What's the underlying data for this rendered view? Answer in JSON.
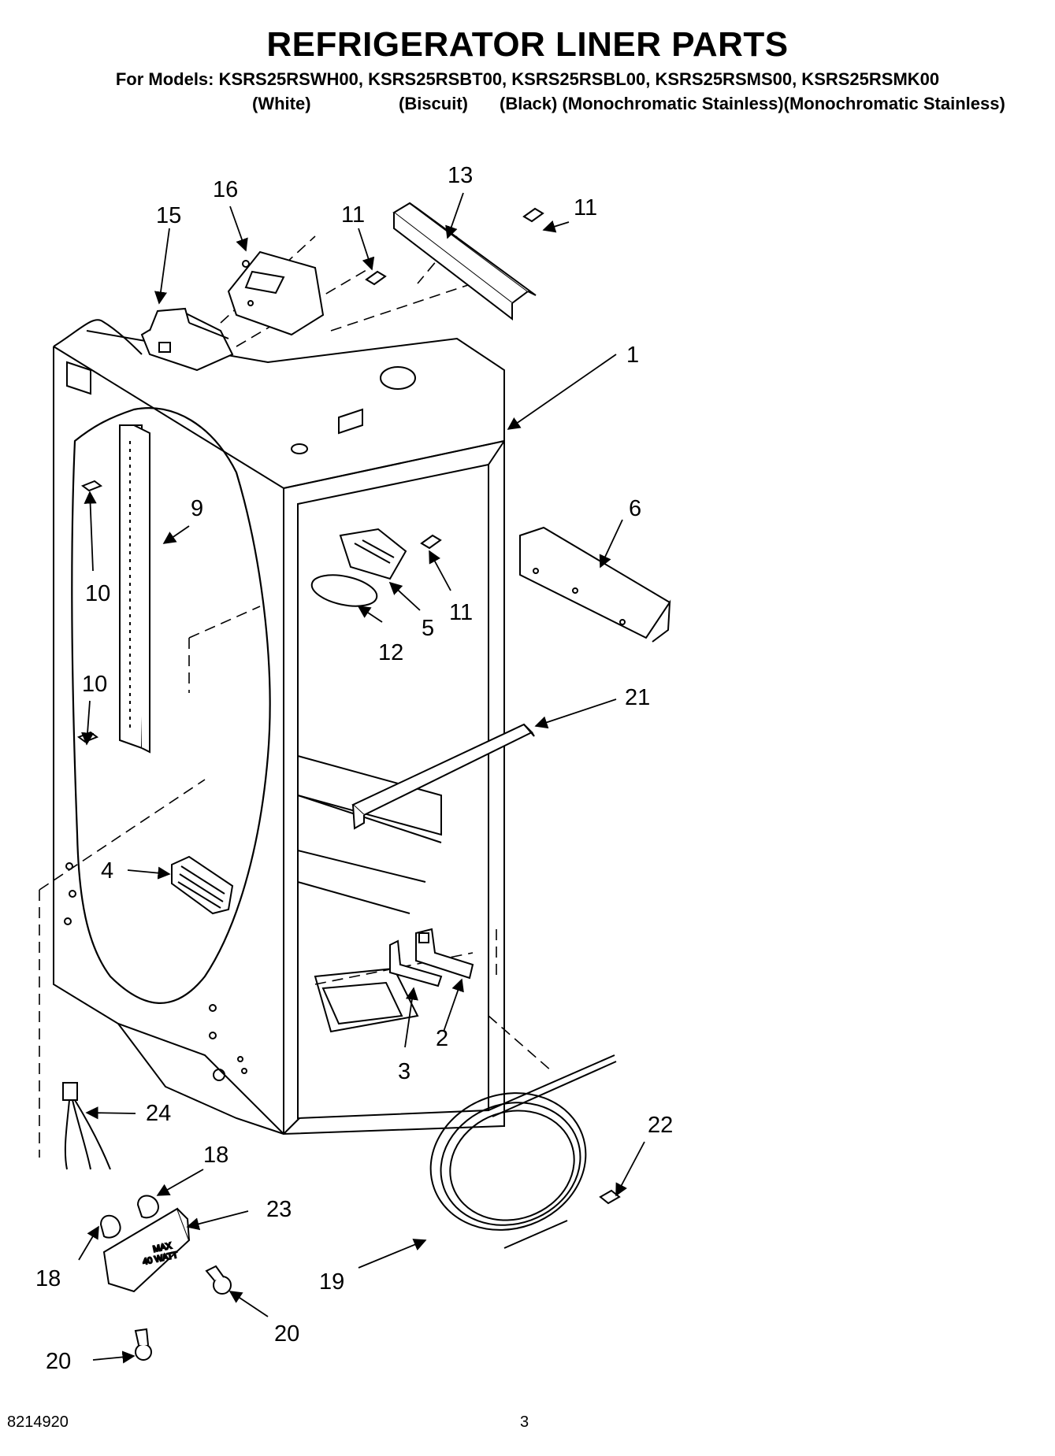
{
  "header": {
    "title": "REFRIGERATOR LINER PARTS",
    "models_line": "For Models: KSRS25RSWH00, KSRS25RSBT00, KSRS25RSBL00, KSRS25RSMS00, KSRS25RSMK00",
    "color_white": "(White)",
    "color_biscuit": "(Biscuit)",
    "color_rest": "(Black) (Monochromatic Stainless)(Monochromatic Stainless)"
  },
  "callouts": {
    "c1": "1",
    "c2": "2",
    "c3": "3",
    "c4": "4",
    "c5": "5",
    "c6": "6",
    "c9": "9",
    "c10a": "10",
    "c10b": "10",
    "c11a": "11",
    "c11b": "11",
    "c11c": "11",
    "c12": "12",
    "c13": "13",
    "c15": "15",
    "c16": "16",
    "c18a": "18",
    "c18b": "18",
    "c19": "19",
    "c20a": "20",
    "c20b": "20",
    "c21": "21",
    "c22": "22",
    "c23": "23",
    "c24": "24"
  },
  "bulb_cover_text": {
    "line1": "MAX",
    "line2": "40 WATT"
  },
  "footer": {
    "doc_number": "8214920",
    "page_number": "3"
  }
}
